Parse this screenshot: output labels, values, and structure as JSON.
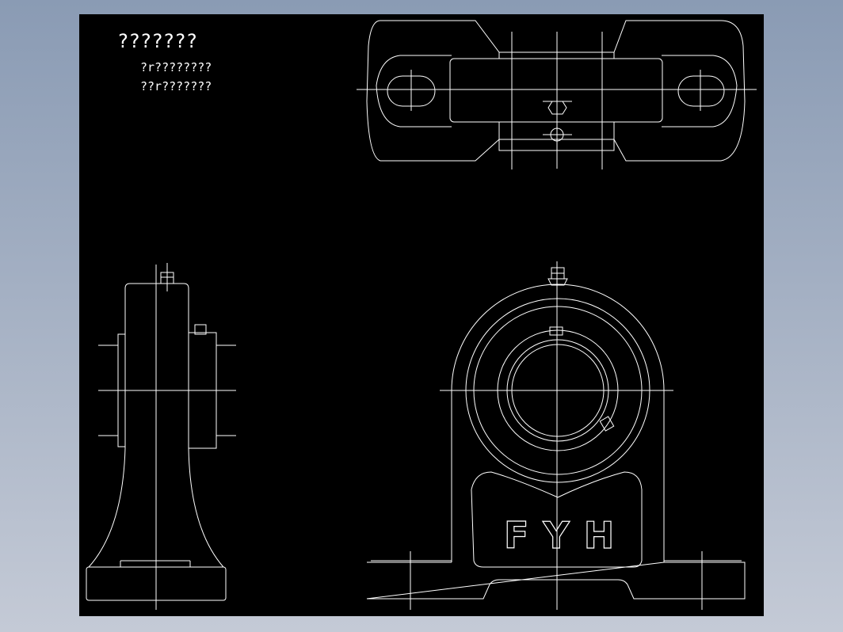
{
  "drawing": {
    "title_lines": [
      "???????",
      "?r????????",
      "??r???????"
    ],
    "logo_text": "FYH",
    "colors": {
      "background": "#000000",
      "linework": "#ffffff",
      "frame_gradient_top": "#8a9bb4",
      "frame_gradient_bottom": "#c4cad6"
    },
    "views": [
      "top-view",
      "side-view",
      "front-view"
    ]
  }
}
